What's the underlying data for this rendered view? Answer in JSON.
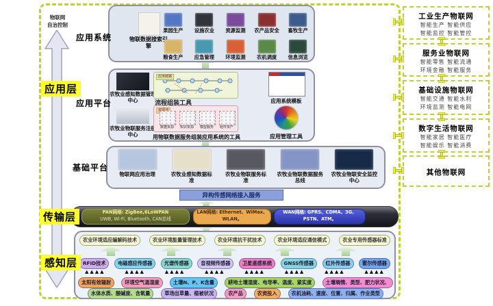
{
  "colors": {
    "dashed_border": "#bdd035",
    "label_highlight": "#ffff2e",
    "panel_bg": "#e7ebf3",
    "access_bar_bg": "#8aa0dc",
    "transport_bar_bg": "#2e2e38"
  },
  "left_rail": {
    "auto_line1": "物联网",
    "auto_line2": "自治控制",
    "layer_app": "应用层",
    "layer_transport": "传输层",
    "layer_perception": "感知层"
  },
  "tiers": {
    "app_system": "应用系统",
    "app_platform": "应用平台",
    "base_platform": "基础平台"
  },
  "app_system": {
    "search_engine_label": "物联数据搜索引擎",
    "row1": [
      {
        "label": "果园生产",
        "color": "#5577c2"
      },
      {
        "label": "设施农业",
        "color": "#32343c"
      },
      {
        "label": "资源监测",
        "color": "#7a4a9c"
      },
      {
        "label": "农产品安全",
        "color": "#8a3030"
      },
      {
        "label": "畜牧生产",
        "color": "#3c5c8c"
      }
    ],
    "row2": [
      {
        "label": "粮食生产",
        "color": "#d8b468"
      },
      {
        "label": "应急管理",
        "color": "#4898b0"
      },
      {
        "label": "环境监测",
        "color": "#d86038"
      },
      {
        "label": "农机调度",
        "color": "#5a8a46"
      },
      {
        "label": "信息浏览",
        "color": "#2c4a3c"
      }
    ]
  },
  "app_platform": {
    "data_center_label": "农牧业感知数据管理中心",
    "registry_label": "农牧业物联服务注册中心",
    "chain_tag": "应用链路",
    "pool_tag": "资源池",
    "tool_label": "流程组装工具",
    "resources": [
      "数据资源",
      "知识资源",
      "模型服务",
      "组件资产"
    ],
    "caption": "用物联数据服务组装应用系统的工具",
    "template_label": "应用系统模板",
    "mgmt_label": "应用管理工具"
  },
  "base_platform": {
    "items": [
      {
        "label": "物联网应用治理",
        "color": "#b6c6de"
      },
      {
        "label": "农牧业感知数据标准",
        "color": "#e6e0ca"
      },
      {
        "label": "农牧业物联服务标准",
        "color": "#585860"
      },
      {
        "label": "农牧业物联数据服务总线",
        "color": "#8494c4"
      },
      {
        "label": "农牧业物联安全监控中心",
        "color": "#172a47"
      }
    ]
  },
  "access_bar": {
    "label": "异构传感网络接入服务"
  },
  "transport": {
    "pan": {
      "line1": "PAN网络: ZigBee,6LoWPAN",
      "line2": "UWB, Wi-Fi, Bluetooth, CAN总线",
      "bg": "#6f7430",
      "fg": "#f4ee9a"
    },
    "lan": {
      "line1": "LAN网络: Ethernet、WiMax、",
      "line2": "WLAN。",
      "bg": "#eaa94e",
      "fg": "#4a2c00"
    },
    "wan": {
      "line1": "WAN网络: GPRS、CDMA、3G、",
      "line2": "PSTN、ATM。",
      "bg": "#4450cc",
      "fg": "#ffffff"
    }
  },
  "perception": {
    "techs": [
      "农业环境适应编解码技术",
      "农业环境能量管理技术",
      "农业环境抗干扰技术",
      "农业环境适应通信模式",
      "农业专用传感器标准"
    ],
    "sensors": [
      {
        "label": "RFID技术",
        "color": "#cfaae6"
      },
      {
        "label": "电磁感应传感器",
        "color": "#86d4e8"
      },
      {
        "label": "光谱传感器",
        "color": "#8ad8cc"
      },
      {
        "label": "音视频传感器",
        "color": "#d2c6f0"
      },
      {
        "label": "卫星遥感系统",
        "color": "#f07cc4"
      },
      {
        "label": "GNSS传感器",
        "color": "#86d4e0"
      },
      {
        "label": "红外传感器",
        "color": "#8cccec"
      },
      {
        "label": "霍尔传感器",
        "color": "#74a4ec"
      }
    ],
    "triangles": "▲▲▲▲",
    "params_row1": [
      {
        "label": "太阳有效辐射",
        "color": "#f2a45c"
      },
      {
        "label": "环境空气温湿度",
        "color": "#f49cb8"
      },
      {
        "label": "土壤N、P、K含量",
        "color": "#66c4f2"
      },
      {
        "label": "耕地土壤湿度、电导率、温度、紧实度",
        "color": "#a8d468"
      },
      {
        "label": "土壤墒情、类型、肥力状况、",
        "color": "#f48cd0"
      }
    ],
    "params_row2": [
      {
        "label": "水体水质、酸碱度、含氧量",
        "color": "#b4dc8c"
      },
      {
        "label": "草场出草量、植被状况",
        "color": "#cab6ee"
      },
      {
        "label": "农产品",
        "color": "#f49cc0"
      },
      {
        "label": "农资投入",
        "color": "#f4ac60"
      },
      {
        "label": "农机油耗、速度、位置、归属、作业类型",
        "color": "#8cb0f0"
      }
    ]
  },
  "right_column": {
    "boxes": [
      {
        "title": "工业生产物联网",
        "line1": "智能生产  智能供应",
        "line2": "智能监控  智能管控"
      },
      {
        "title": "服务业物联网",
        "line1": "智能零售  智能流通",
        "line2": "环境金融  智能服务"
      },
      {
        "title": "基础设施物联网",
        "line1": "智能交通  智能水利",
        "line2": "环境监测  智能电网"
      },
      {
        "title": "数字生活物联网",
        "line1": "智能家居  智能医疗",
        "line2": "智能娱乐  智能消费"
      },
      {
        "title": "其他物联网",
        "line1": "",
        "line2": ""
      }
    ]
  }
}
